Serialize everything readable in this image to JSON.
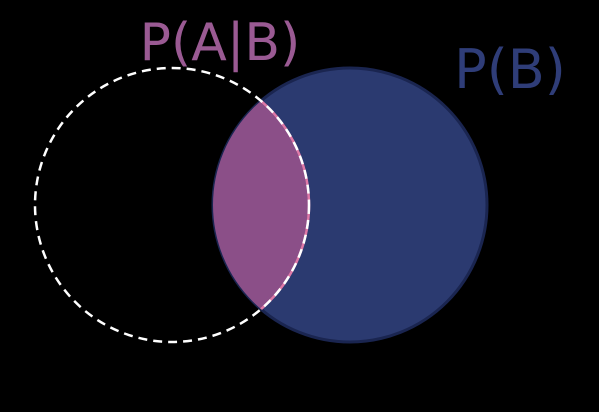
{
  "diagram": {
    "background": "#000000",
    "labels": {
      "a_given_b": "P(A|B)",
      "b": "P(B)"
    },
    "colors": {
      "circle_b_fill": "#2b3a70",
      "circle_b_stroke": "#1a2550",
      "intersection_fill": "#8b4f88",
      "intersection_stroke": "#e07aa8",
      "circle_a_stroke": "#ffffff",
      "label_a_given_b": "#9a5a93",
      "label_b": "#2f3d78"
    },
    "circle_a_style": "dashed"
  }
}
